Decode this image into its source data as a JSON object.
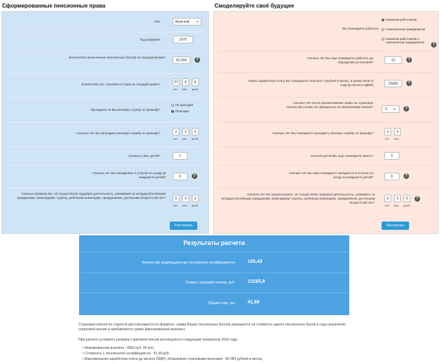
{
  "left": {
    "title": "Сформированные пенсионные права",
    "gender": {
      "label": "Пол",
      "value": "Мужской"
    },
    "birth_year": {
      "label": "Год рождения",
      "value": "1970"
    },
    "points": {
      "label": "Количество начисленных пенсионных баллов на текущий момент",
      "value": "61,566"
    },
    "stazh": {
      "label": "Количество лет страхового стажа на текущий момент",
      "years": "27",
      "months": "8",
      "days": "8",
      "units": [
        "лет",
        "мес.",
        "дней"
      ]
    },
    "army": {
      "label": "Проходили ли Вы военную службу по призыву?",
      "options": [
        "Не проходил",
        "Проходил"
      ]
    },
    "army_years": {
      "label": "Сколько лет Вы проходили военную службу по призыву?",
      "years": "2",
      "months": "0",
      "days": "0",
      "units": [
        "лет",
        "мес.",
        "дней"
      ]
    },
    "children": {
      "label": "Сколько у Вас детей?",
      "value": "1"
    },
    "childcare": {
      "label": "Сколько лет Вы находились в отпуске по уходу за каждым из детей?",
      "value": "0"
    },
    "care": {
      "label": "Сколько времени Вы, не осуществляя трудовую деятельность, ухаживали за нетрудоспособными гражданами: инвалидами I группы, ребёнком-инвалидом, гражданином, достигшим возраста 80 лет?",
      "years": "0",
      "months": "0",
      "days": "0",
      "units": [
        "лет",
        "мес.",
        "дней"
      ]
    },
    "button": "Рассчитать"
  },
  "right": {
    "title": "Смоделируйте своё будущее",
    "work": {
      "label": "Вы планируете работать",
      "options": [
        "Наемным работником",
        "Самозанятым гражданином",
        "Наемным работником и самозанятым гражданином"
      ]
    },
    "work_years": {
      "label": "Сколько лет Вы еще планируете работать до обращения за пенсией?",
      "value": "12"
    },
    "salary": {
      "label": "Какую заработную плату Вы планируете получать? (рублей в месяц, в ценах 2018-го года до вычета НДФЛ)",
      "value": "25000"
    },
    "delay": {
      "label": "Сколько лет после возникновения права на страховую пенсию Вы готовы не обращаться за назначением пенсии?",
      "value": "0"
    },
    "army_plan": {
      "label": "Сколько лет Вы планируете проходить военную службу по призыву?",
      "years": "0",
      "months": "0",
      "units": [
        "лет",
        "мес."
      ]
    },
    "children_plan": {
      "label": "Сколько детей Вы еще планируете иметь?",
      "value": "0"
    },
    "childcare_plan": {
      "label": "Сколько лет Вы ещё планируете находиться в отпуске по уходу за каждым из детей?",
      "value": "0"
    },
    "care_plan": {
      "label": "Сколько лет Вы предполагаете, не осуществляя трудовую деятельность, ухаживать за нетрудоспособными гражданами: инвалидами I группы, ребёнком-инвалидом, гражданином, достигшим возраста 80 лет?",
      "years": "0",
      "months": "0",
      "days": "0",
      "units": [
        "лет",
        "мес.",
        "дней"
      ]
    },
    "button": "Рассчитать"
  },
  "results": {
    "title": "Результаты расчета",
    "rows": [
      {
        "label": "Количество индивидуальных пенсионных коэффициентов",
        "value": "100,43"
      },
      {
        "label": "Размер страховой пенсии, руб.",
        "value": "13165,8"
      },
      {
        "label": "Общий стаж, лет",
        "value": "41,69"
      }
    ]
  },
  "description": {
    "p1": "Страховая пенсия по старости рассчитывается по формуле: сумма Ваших пенсионных баллов умножается на стоимость одного пенсионного балла в году назначения страховой пенсии и прибавляется сумма фиксированной выплаты.",
    "p2": "При расчете условного размера страховой пенсии используются следующие показатели 2018 года:",
    "bullets": [
      "Фиксированная выплата - 4982 руб. 90 коп;",
      "Стоимость 1 пенсионного коэффициента - 81,49 руб;",
      "Максимальная заработная плата до вычета НДФЛ, облагаемая страховыми взносами - 85 083 рублей в месяц;"
    ]
  },
  "colors": {
    "left_bg": "#cfe4f6",
    "right_bg": "#fde7df",
    "accent": "#2b9bd6",
    "results_bg": "#4da2e2"
  }
}
